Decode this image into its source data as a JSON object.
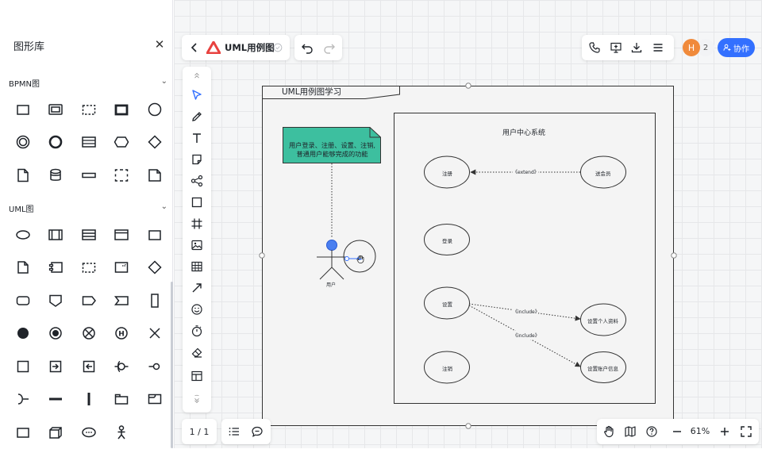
{
  "library": {
    "title": "图形库",
    "sections": [
      {
        "title": "BPMN图",
        "shapes": [
          "rectangle-icon",
          "subprocess-icon",
          "dashed-rectangle-icon",
          "bold-rectangle-icon",
          "circle-icon",
          "double-circle-icon",
          "thick-circle-icon",
          "data-store-icon",
          "hexagon-icon",
          "diamond-icon",
          "document-icon",
          "database-icon",
          "thin-rectangle-icon",
          "dashed-group-icon",
          "folded-document-icon"
        ]
      },
      {
        "title": "UML图",
        "shapes": [
          "use-case-ellipse-icon",
          "class-box-icon",
          "class-compartments-icon",
          "frame-icon",
          "rectangle-icon",
          "note-icon",
          "component-icon",
          "dashed-rectangle-icon",
          "template-class-icon",
          "diamond-icon",
          "rounded-rectangle-icon",
          "pentagon-icon",
          "send-signal-icon",
          "receive-signal-icon",
          "tall-rectangle-icon",
          "initial-node-icon",
          "final-node-icon",
          "flow-final-icon",
          "history-icon",
          "cross-icon",
          "square-icon",
          "entry-point-icon",
          "exit-point-icon",
          "required-interface-icon",
          "provided-interface-icon",
          "socket-icon",
          "horizontal-bar-icon",
          "vertical-bar-icon",
          "package-icon",
          "folder-frame-icon",
          "object-icon",
          "node-3d-icon",
          "ellipsis-icon",
          "actor-icon"
        ]
      }
    ]
  },
  "header": {
    "title": "UML用例图",
    "avatar_initial": "H",
    "collaborator_count": "2",
    "collab_label": "协作"
  },
  "footer": {
    "page_indicator": "1 / 1",
    "zoom": "61%"
  },
  "diagram": {
    "frame_title": "UML用例图学习",
    "system_title": "用户中心系统",
    "note_lines": [
      "用户登录、注册、设置、注销,",
      "普通用户能够完成的功能"
    ],
    "actor_label": "用户",
    "use_cases": {
      "register": "注册",
      "verify": "送会员",
      "login": "登录",
      "settings": "设置",
      "profile": "设置个人资料",
      "account": "设置账户信息",
      "logout": "注销"
    },
    "relations": {
      "extend": "《extend》",
      "include_1": "《include》",
      "include_2": "《include》"
    },
    "colors": {
      "note_fill": "#3dbf9f",
      "selection_blue": "#3370ff",
      "anchor_blue": "#4a7ff0"
    }
  }
}
